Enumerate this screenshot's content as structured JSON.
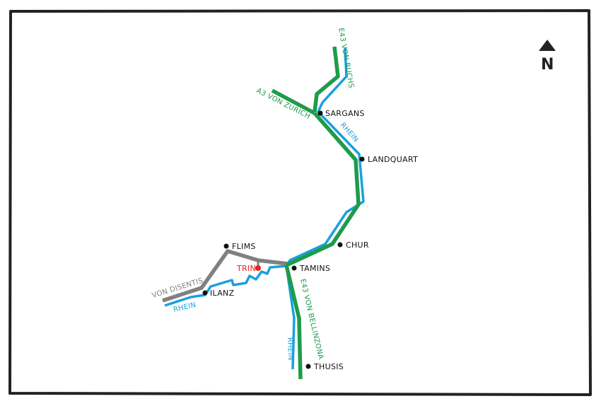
{
  "colors": {
    "frame": "#222222",
    "road_green": "#1e9b4b",
    "river_blue": "#1aa0de",
    "road_gray": "#808080",
    "city_dot": "#111111",
    "highlight_red": "#e8231e"
  },
  "north": {
    "label": "N",
    "icon": "north-arrow-icon"
  },
  "cities": {
    "sargans": "SARGANS",
    "landquart": "LANDQUART",
    "chur": "CHUR",
    "flims": "FLIMS",
    "trin": "TRIN",
    "tamins": "TAMINS",
    "ilanz": "ILANZ",
    "thusis": "THUSIS"
  },
  "roads": {
    "e43_buchs": "E43 VON BUCHS",
    "a3_zurich": "A3 VON ZURICH",
    "e43_bellinzona": "E43 VON BELLINZONA",
    "von_disentis": "VON DISENTIS"
  },
  "rivers": {
    "rhein_sargans": "RHEIN",
    "rhein_thusis": "RHEIN",
    "rhein_ilanz": "RHEIN"
  }
}
